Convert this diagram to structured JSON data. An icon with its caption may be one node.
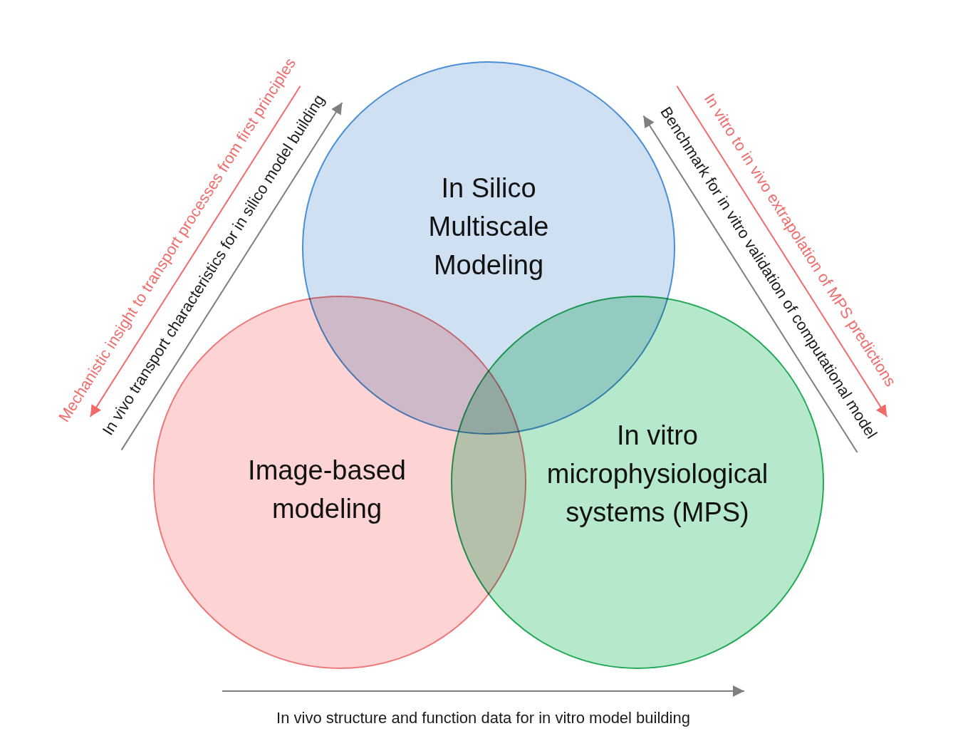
{
  "diagram": {
    "nodes": [
      {
        "text": [
          "In Silico Multiscale Modeling"
        ]
      },
      {
        "text": [
          "Image-based modeling"
        ]
      },
      {
        "text": [
          "In vitro microphysiological systems (MPS)"
        ]
      }
    ],
    "edges": [
      {
        "from": 0,
        "to": 1,
        "arrow": "to",
        "label": "Mechanistic insight to transport processes from first principles",
        "color": "#f26b6b"
      },
      {
        "from": 1,
        "to": 0,
        "arrow": "to",
        "label": "In vivo transport characteristics for in silico model building"
      },
      {
        "from": 2,
        "to": 0,
        "arrow": "to",
        "label": "Benchmark for in vitro validation of computational model"
      },
      {
        "from": 0,
        "to": 2,
        "arrow": "to",
        "label": "In vitro to in vivo extrapolation of MPS predictions",
        "color": "#f26b6b"
      },
      {
        "from": 1,
        "to": 2,
        "arrow": "to",
        "label": "In vivo structure and function data for in vitro model building"
      }
    ]
  }
}
